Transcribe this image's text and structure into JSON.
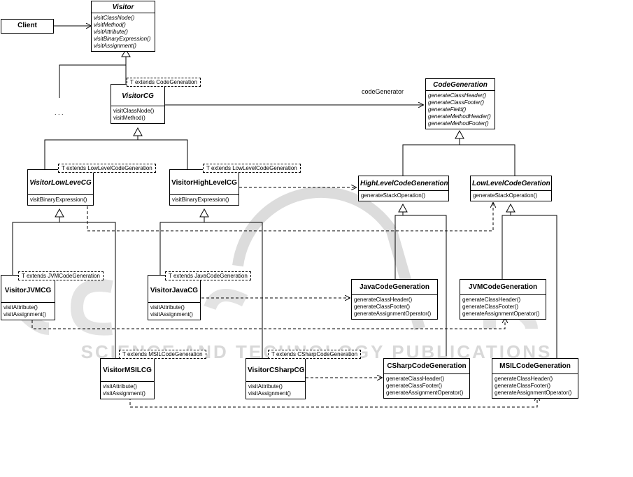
{
  "client": {
    "label": "Client"
  },
  "visitor": {
    "name": "Visitor",
    "ops": [
      "visitClassNode()",
      "visitMethod()",
      "visitAttribute()",
      "visitBinaryExpression()",
      "visitAssignment()"
    ]
  },
  "visitor_cg": {
    "name": "VisitorCG",
    "ops": [
      "visitClassNode()",
      "visitMethod()"
    ],
    "template": "T extends CodeGeneration"
  },
  "ellipsis": ". . .",
  "code_generator_label": "codeGenerator",
  "code_generation": {
    "name": "CodeGeneration",
    "ops": [
      "generateClassHeader()",
      "generateClassFooter()",
      "generateField()",
      "generateMethodHeader()",
      "generateMethodFooter()"
    ]
  },
  "visitor_low": {
    "name": "VisitorLowLeveCG",
    "ops": [
      "visitBinaryExpression()"
    ],
    "template": "T extends LowLevelCodeGeneration"
  },
  "visitor_high": {
    "name": "VisitorHighLevelCG",
    "ops": [
      "visitBinaryExpression()"
    ],
    "template": "T extends LowLevelCodeGeneration"
  },
  "high_level_cg": {
    "name": "HighLevelCodeGeneration",
    "ops": [
      "generateStackOperation()"
    ]
  },
  "low_level_cg": {
    "name": "LowLevelCodeGeration",
    "ops": [
      "generateStackOperation()"
    ]
  },
  "visitor_jvm": {
    "name": "VisitorJVMCG",
    "ops": [
      "visitAttribute()",
      "visitAssignment()"
    ],
    "template": "T extends JVMCodeGeneration"
  },
  "visitor_java": {
    "name": "VisitorJavaCG",
    "ops": [
      "visitAttribute()",
      "visitAssignment()"
    ],
    "template": "T extends JavaCodeGeneration"
  },
  "java_cg": {
    "name": "JavaCodeGeneration",
    "ops": [
      "generateClassHeader()",
      "generateClassFooter()",
      "generateAssignmentOperator()"
    ]
  },
  "jvm_cg": {
    "name": "JVMCodeGeneration",
    "ops": [
      "generateClassHeader()",
      "generateClassFooter()",
      "generateAssignmentOperator()"
    ]
  },
  "visitor_msil": {
    "name": "VisitorMSILCG",
    "ops": [
      "visitAttribute()",
      "visitAssignment()"
    ],
    "template": "T extends MSILCodeGeneration"
  },
  "visitor_csharp": {
    "name": "VisitorCSharpCG",
    "ops": [
      "visitAttribute()",
      "visitAssignment()"
    ],
    "template": "T extends CSharpCodeGeneration"
  },
  "csharp_cg": {
    "name": "CSharpCodeGeneration",
    "ops": [
      "generateClassHeader()",
      "generateClassFooter()",
      "generateAssignmentOperator()"
    ]
  },
  "msil_cg": {
    "name": "MSILCodeGeneration",
    "ops": [
      "generateClassHeader()",
      "generateClassFooter()",
      "generateAssignmentOperator()"
    ]
  },
  "watermark": "SCIENCE AND TECHNOLOGY PUBLICATIONS",
  "colors": {
    "line": "#000000",
    "watermark": "#d8d8d8"
  }
}
